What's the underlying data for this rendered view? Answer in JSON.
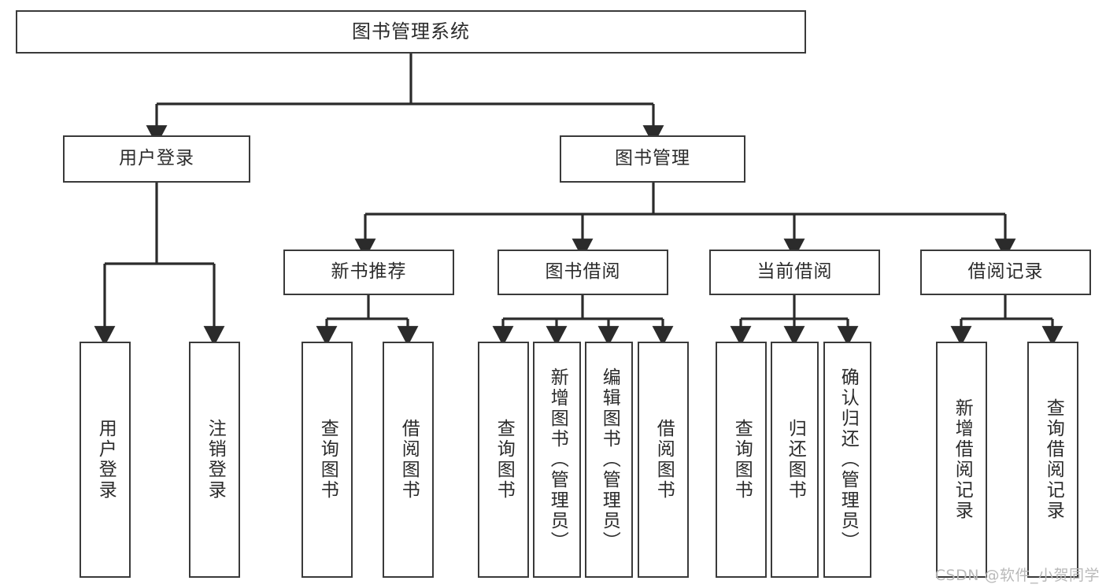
{
  "diagram": {
    "title": "图书管理系统",
    "type": "tree-hierarchy",
    "watermark": "CSDN @软件_小贺同学",
    "colors": {
      "border": "#3a3a3a",
      "text": "#2b2b2b",
      "background": "#ffffff",
      "connector": "#2b2b2b",
      "watermark": "#b9b9b9"
    },
    "root": {
      "label": "图书管理系统"
    },
    "level2": [
      {
        "label": "用户登录"
      },
      {
        "label": "图书管理"
      }
    ],
    "level3": [
      {
        "label": "新书推荐"
      },
      {
        "label": "图书借阅"
      },
      {
        "label": "当前借阅"
      },
      {
        "label": "借阅记录"
      }
    ],
    "leaves": {
      "user_login": [
        {
          "label": "用户登录"
        },
        {
          "label": "注销登录"
        }
      ],
      "new_book_recommend": [
        {
          "label": "查询图书"
        },
        {
          "label": "借阅图书"
        }
      ],
      "book_borrow": [
        {
          "label": "查询图书"
        },
        {
          "label": "新增图书（管理员）"
        },
        {
          "label": "编辑图书（管理员）"
        },
        {
          "label": "借阅图书"
        }
      ],
      "current_borrow": [
        {
          "label": "查询图书"
        },
        {
          "label": "归还图书"
        },
        {
          "label": "确认归还（管理员）"
        }
      ],
      "borrow_record": [
        {
          "label": "新增借阅记录"
        },
        {
          "label": "查询借阅记录"
        }
      ]
    }
  }
}
